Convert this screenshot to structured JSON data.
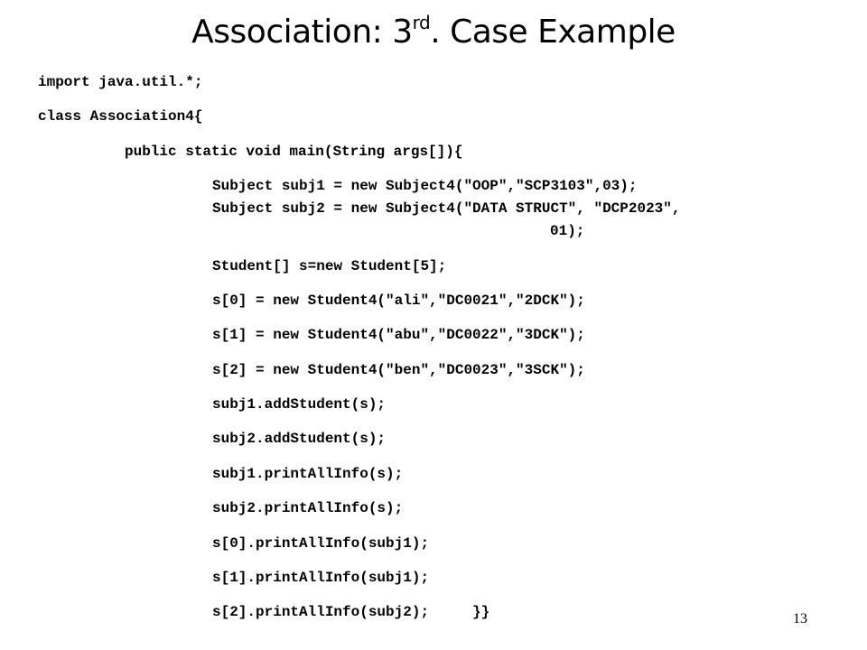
{
  "slide": {
    "title_main": "Association: 3",
    "title_sup": "rd",
    "title_rest": ". Case Example",
    "page_number": "13"
  },
  "code": {
    "lines": [
      "import java.util.*;",
      "class Association4{",
      "public static void main(String args[]){",
      "Subject subj1 = new Subject4(\"OOP\",\"SCP3103\",03);",
      "Subject subj2 = new Subject4(\"DATA STRUCT\", \"DCP2023\",",
      "01);",
      "Student[] s=new Student[5];",
      "s[0] = new Student4(\"ali\",\"DC0021\",\"2DCK\");",
      "s[1] = new Student4(\"abu\",\"DC0022\",\"3DCK\");",
      "s[2] = new Student4(\"ben\",\"DC0023\",\"3SCK\");",
      "subj1.addStudent(s);",
      "subj2.addStudent(s);",
      "subj1.printAllInfo(s);",
      "subj2.printAllInfo(s);",
      "s[0].printAllInfo(subj1);",
      "s[1].printAllInfo(subj1);",
      "s[2].printAllInfo(subj2);     }}"
    ]
  }
}
